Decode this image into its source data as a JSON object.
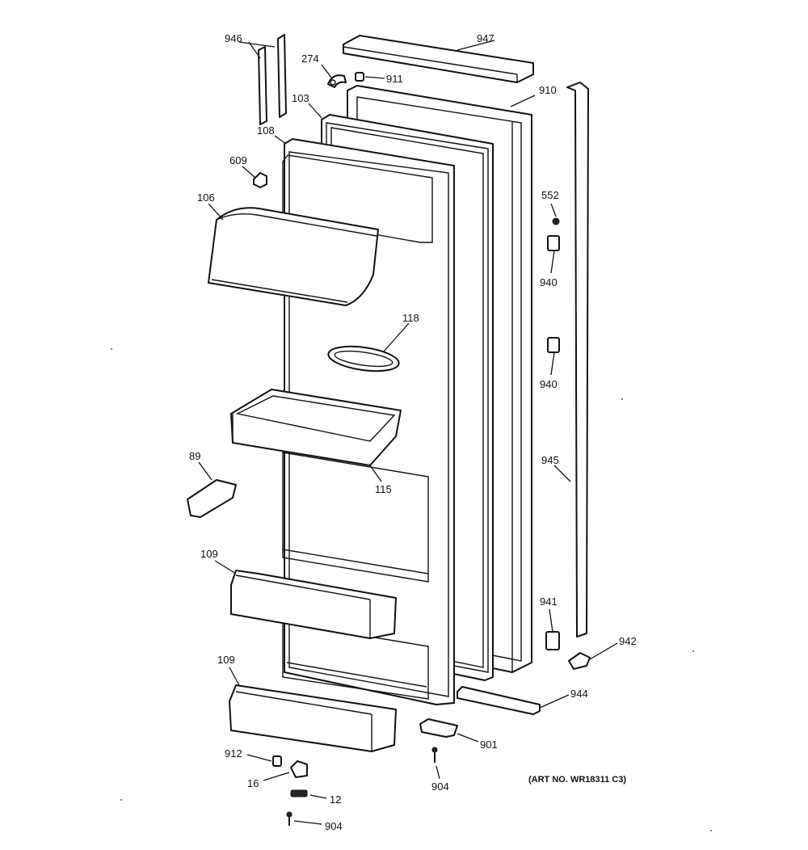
{
  "diagram": {
    "art_number": "(ART NO. WR18311 C3)",
    "callouts": [
      {
        "id": "946",
        "text": "946"
      },
      {
        "id": "947",
        "text": "947"
      },
      {
        "id": "274",
        "text": "274"
      },
      {
        "id": "911",
        "text": "911"
      },
      {
        "id": "103",
        "text": "103"
      },
      {
        "id": "910",
        "text": "910"
      },
      {
        "id": "108",
        "text": "108"
      },
      {
        "id": "609",
        "text": "609"
      },
      {
        "id": "106",
        "text": "106"
      },
      {
        "id": "552",
        "text": "552"
      },
      {
        "id": "940a",
        "text": "940"
      },
      {
        "id": "118",
        "text": "118"
      },
      {
        "id": "940b",
        "text": "940"
      },
      {
        "id": "945",
        "text": "945"
      },
      {
        "id": "89",
        "text": "89"
      },
      {
        "id": "115",
        "text": "115"
      },
      {
        "id": "109a",
        "text": "109"
      },
      {
        "id": "941",
        "text": "941"
      },
      {
        "id": "942",
        "text": "942"
      },
      {
        "id": "109b",
        "text": "109"
      },
      {
        "id": "944",
        "text": "944"
      },
      {
        "id": "901",
        "text": "901"
      },
      {
        "id": "912",
        "text": "912"
      },
      {
        "id": "16",
        "text": "16"
      },
      {
        "id": "904a",
        "text": "904"
      },
      {
        "id": "12",
        "text": "12"
      },
      {
        "id": "904b",
        "text": "904"
      }
    ]
  }
}
